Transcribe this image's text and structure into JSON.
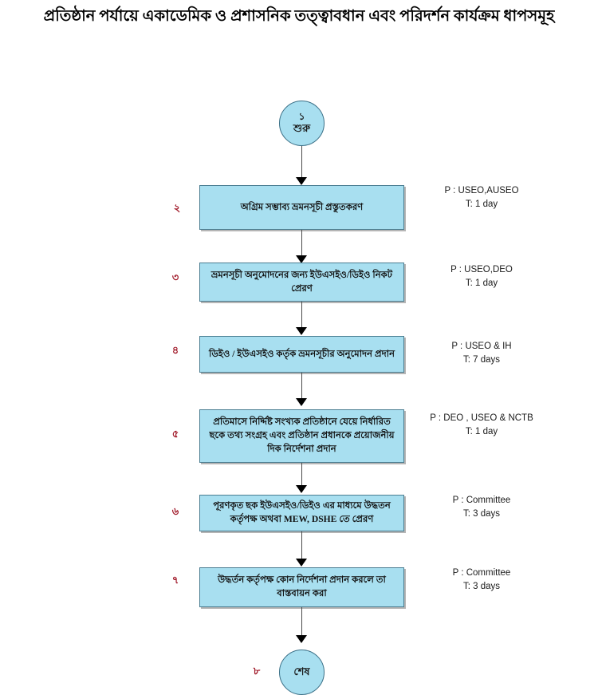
{
  "page": {
    "title": "প্রতিষ্ঠান পর্যায়ে একাডেমিক ও প্রশাসনিক তত্ত্বাবধান এবং পরিদর্শন কার্যক্রম ধাপসমূহ"
  },
  "flow": {
    "start": {
      "number": "১",
      "label": "শুরু"
    },
    "end": {
      "number": "৮",
      "label": "শেষ"
    },
    "steps": [
      {
        "number": "২",
        "text": "অগ্রিম সম্ভাব্য ভ্রমনসূচী প্রস্তুতকরণ",
        "person": "P : USEO,AUSEO",
        "time": "T: 1 day"
      },
      {
        "number": "৩",
        "text": "ভ্রমনসূচী অনুমোদনের জন্য ইউএসইও/ডিইও নিকট  প্রেরণ",
        "person": "P : USEO,DEO",
        "time": "T: 1 day"
      },
      {
        "number": "৪",
        "text": "ডিইও / ইউএসইও কর্তৃক ভ্রমনসূচীর অনুমোদন প্রদান",
        "person": "P : USEO & IH",
        "time": "T: 7 days"
      },
      {
        "number": "৫",
        "text": "প্রতিমাসে নির্দ্দিষ্ট সংখ্যক প্রতিষ্ঠানে যেয়ে নির্ধারিত ছকে তথ্য সংগ্রহ এবং প্রতিষ্ঠান প্রধানকে প্রয়োজনীয় দিক নির্দেশনা প্রদান",
        "person": "P : DEO , USEO & NCTB",
        "time": "T: 1 day"
      },
      {
        "number": "৬",
        "text": "পূরণকৃত ছক ইউএসইও/ডিইও  এর মাধ্যমে উদ্ধতন কর্তৃপক্ষ অথবা MEW, DSHE তে প্রেরণ",
        "person": "P : Committee",
        "time": "T: 3 days"
      },
      {
        "number": "৭",
        "text": "উদ্ধর্তন কর্তৃপক্ষ কোন নির্দেশনা প্রদান করলে তা বাস্তবায়ন করা",
        "person": "P : Committee",
        "time": "T: 3 days"
      }
    ]
  },
  "colors": {
    "node_fill": "#a8dff0",
    "node_border": "#4a7d91",
    "number_color": "#a01828",
    "connector": "#4a4a4a",
    "text": "#101010"
  }
}
